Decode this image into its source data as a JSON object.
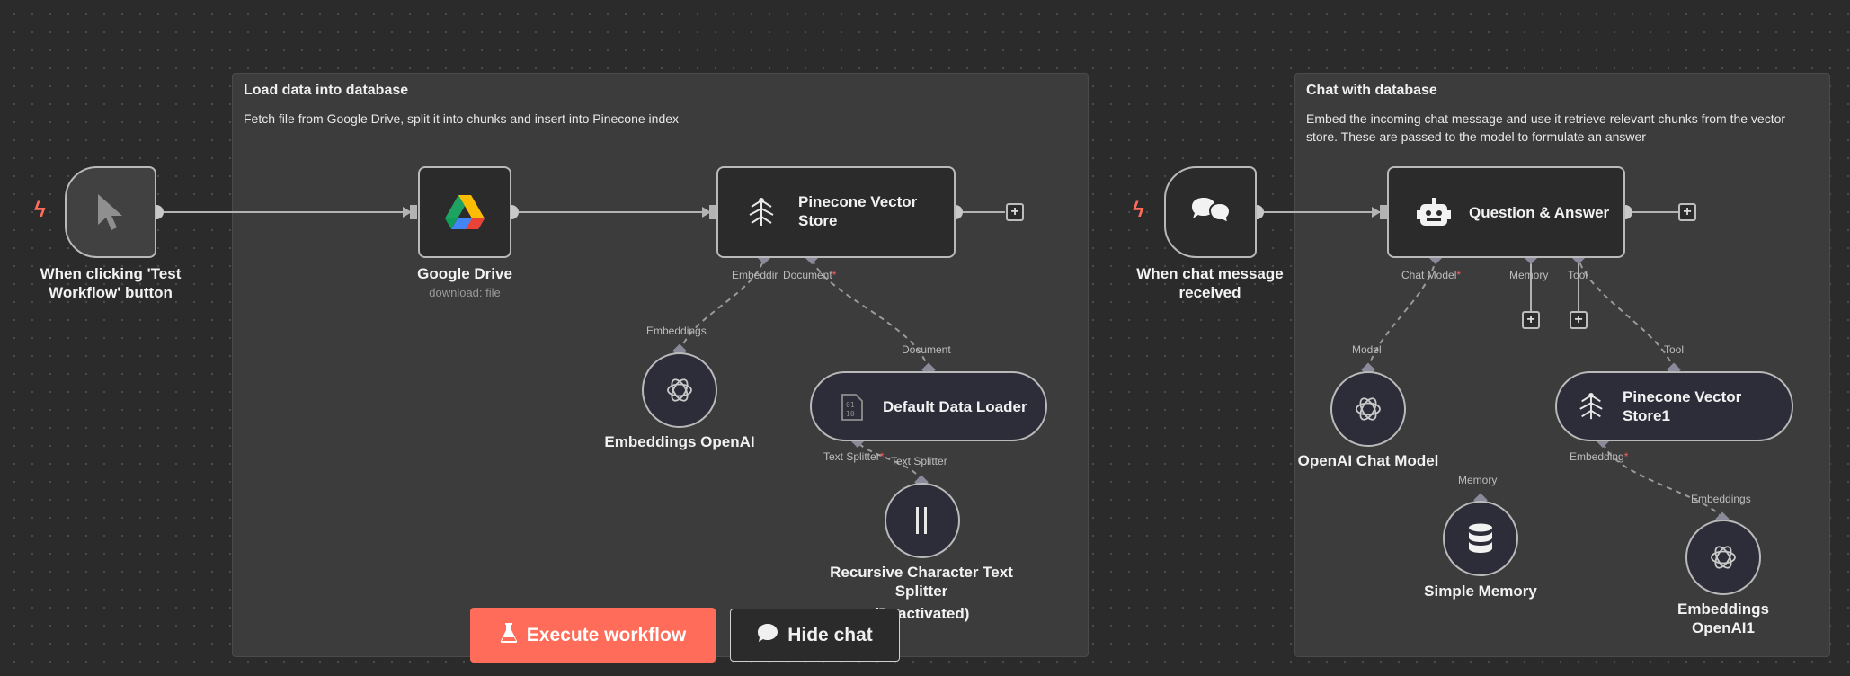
{
  "sticky_notes": [
    {
      "title": "Load data into database",
      "description": "Fetch file from Google Drive, split it into chunks and insert into Pinecone index"
    },
    {
      "title": "Chat with database",
      "description": "Embed the incoming chat message and use it retrieve relevant chunks from the vector store. These are passed to the model to formulate an answer"
    }
  ],
  "nodes": {
    "manual_trigger": {
      "label": "When clicking 'Test Workflow' button",
      "icon": "cursor-icon"
    },
    "google_drive": {
      "label": "Google Drive",
      "subtitle": "download: file",
      "icon": "google-drive-icon"
    },
    "pinecone_store": {
      "label": "Pinecone Vector Store",
      "icon": "pinecone-icon"
    },
    "embeddings_openai": {
      "label": "Embeddings OpenAI",
      "icon": "openai-icon"
    },
    "default_data_loader": {
      "label": "Default Data Loader",
      "icon": "binary-file-icon"
    },
    "text_splitter": {
      "label": "Recursive Character Text Splitter",
      "status": "(Deactivated)",
      "icon": "text-splitter-icon"
    },
    "chat_trigger": {
      "label": "When chat message received",
      "icon": "chat-bubbles-icon"
    },
    "question_answer": {
      "label": "Question & Answer",
      "icon": "robot-icon"
    },
    "openai_chat_model": {
      "label": "OpenAI Chat Model",
      "icon": "openai-icon"
    },
    "pinecone_store1": {
      "label": "Pinecone Vector Store1",
      "icon": "pinecone-icon"
    },
    "simple_memory": {
      "label": "Simple Memory",
      "icon": "database-icon"
    },
    "embeddings_openai1": {
      "label": "Embeddings OpenAI1",
      "icon": "openai-icon"
    }
  },
  "port_labels": {
    "pinecone_embedding": "Embeddir",
    "pinecone_document": "Document",
    "embeddings_out": "Embeddings",
    "loader_in": "Document",
    "loader_text_splitter": "Text Splitter",
    "splitter_out": "Text Splitter",
    "qa_chat_model": "Chat Model",
    "qa_memory": "Memory",
    "qa_tool": "Tool",
    "model_out": "Model",
    "tool_in": "Tool",
    "store1_embedding": "Embedding",
    "memory_out": "Memory",
    "embeddings1_out": "Embeddings"
  },
  "required_marker": "*",
  "buttons": {
    "execute": "Execute workflow",
    "hide_chat": "Hide chat"
  },
  "colors": {
    "canvas_bg": "#2b2b2b",
    "sticky_bg": "#3c3c3c",
    "accent": "#ff6d5a",
    "node_border": "#b9b9b9"
  }
}
